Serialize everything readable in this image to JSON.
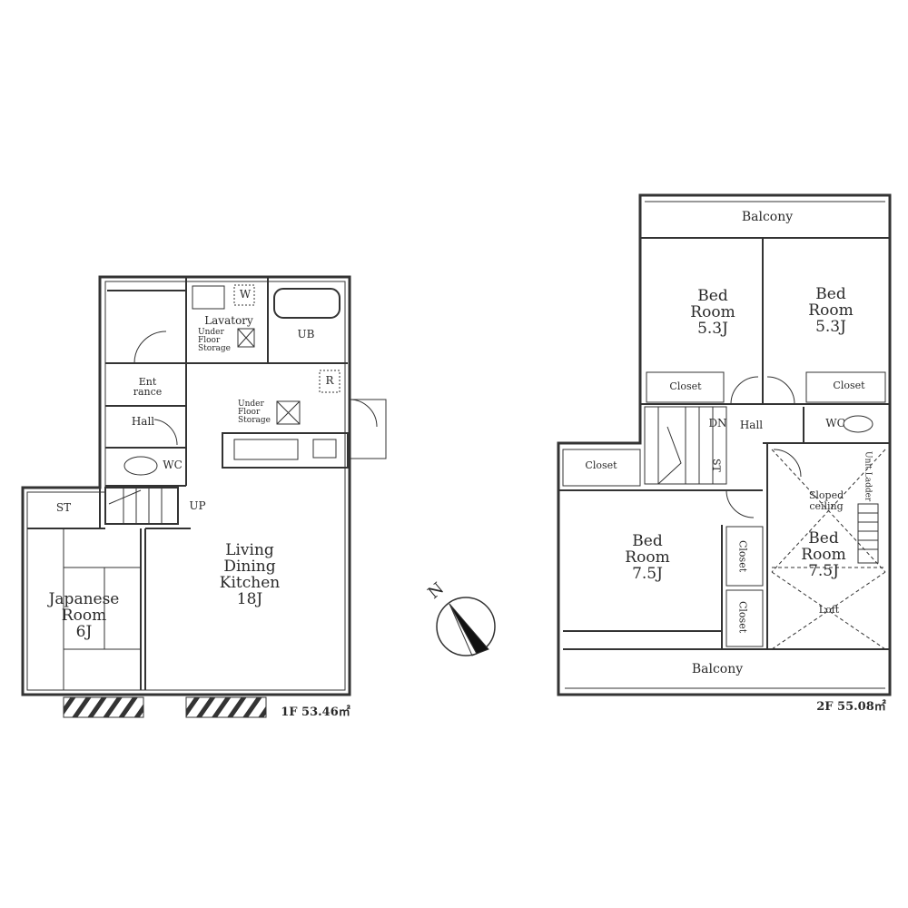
{
  "floor1": {
    "area_label": "1F 53.46㎡",
    "rooms": {
      "ldk": "Living\nDining\nKitchen\n18J",
      "japanese": "Japanese\nRoom\n6J",
      "st": "ST",
      "up": "UP",
      "lavatory": "Lavatory",
      "lav_storage": "Under\nFloor\nStorage",
      "w": "W",
      "ub": "UB",
      "entrance": "Ent\nrance",
      "hall": "Hall",
      "wc": "WC",
      "r": "R",
      "kitchen_storage": "Under\nFloor\nStorage"
    }
  },
  "floor2": {
    "area_label": "2F 55.08㎡",
    "rooms": {
      "balcony_top": "Balcony",
      "bed1": "Bed\nRoom\n5.3J",
      "bed2": "Bed\nRoom\n5.3J",
      "closet1": "Closet",
      "closet2": "Closet",
      "dn": "DN",
      "hall": "Hall",
      "wc": "WC",
      "closet3": "Closet",
      "st": "ST",
      "sloped": "Sloped\nceiling",
      "ladder": "Unit Ladder",
      "bed3": "Bed\nRoom\n7.5J",
      "bed4": "Bed\nRoom\n7.5J",
      "closet4": "Closet",
      "closet5": "Closet",
      "loft": "Loft",
      "balcony_bottom": "Balcony"
    }
  },
  "compass": {
    "label": "N"
  }
}
